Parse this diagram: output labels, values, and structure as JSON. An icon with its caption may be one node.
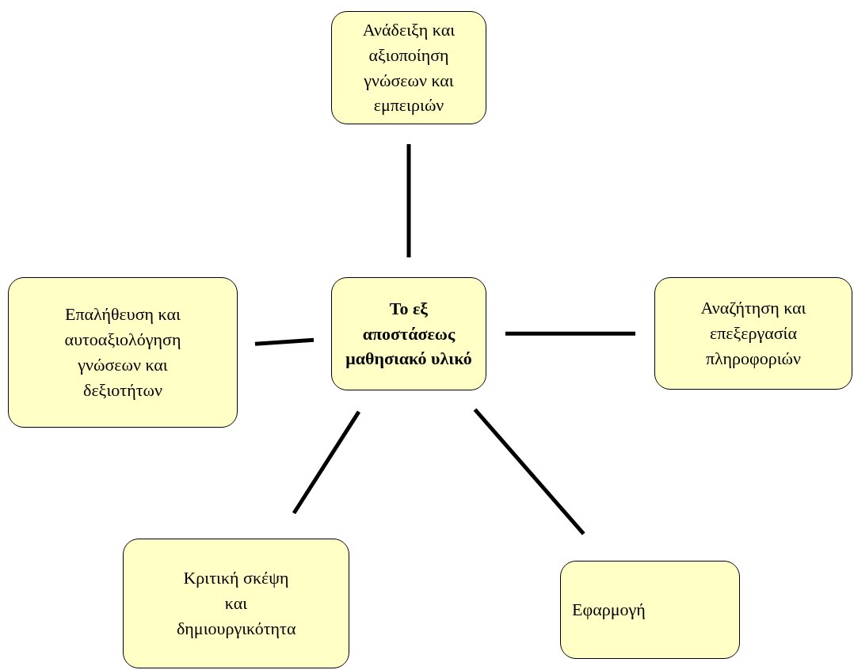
{
  "diagram": {
    "nodes": [
      {
        "text": [
          "Ανάδειξη και αξιοποίηση γνώσεων και εμπειριών"
        ]
      },
      {
        "text": [
          "Επαλήθευση και αυτοαξιολόγηση γνώσεων και δεξιοτήτων"
        ]
      },
      {
        "text": [
          "Το εξ αποστάσεως μαθησιακό υλικό"
        ]
      },
      {
        "text": [
          "Αναζήτηση και επεξεργασία πληροφοριών"
        ]
      },
      {
        "text": [
          "Κριτική σκέψη και δημιουργικότητα"
        ]
      },
      {
        "text": [
          "Εφαρμογή"
        ]
      }
    ],
    "edges": [
      {
        "from": 2,
        "to": 0,
        "arrow": "none"
      },
      {
        "from": 2,
        "to": 1,
        "arrow": "none"
      },
      {
        "from": 2,
        "to": 3,
        "arrow": "none"
      },
      {
        "from": 2,
        "to": 4,
        "arrow": "none"
      },
      {
        "from": 2,
        "to": 5,
        "arrow": "none"
      }
    ]
  }
}
